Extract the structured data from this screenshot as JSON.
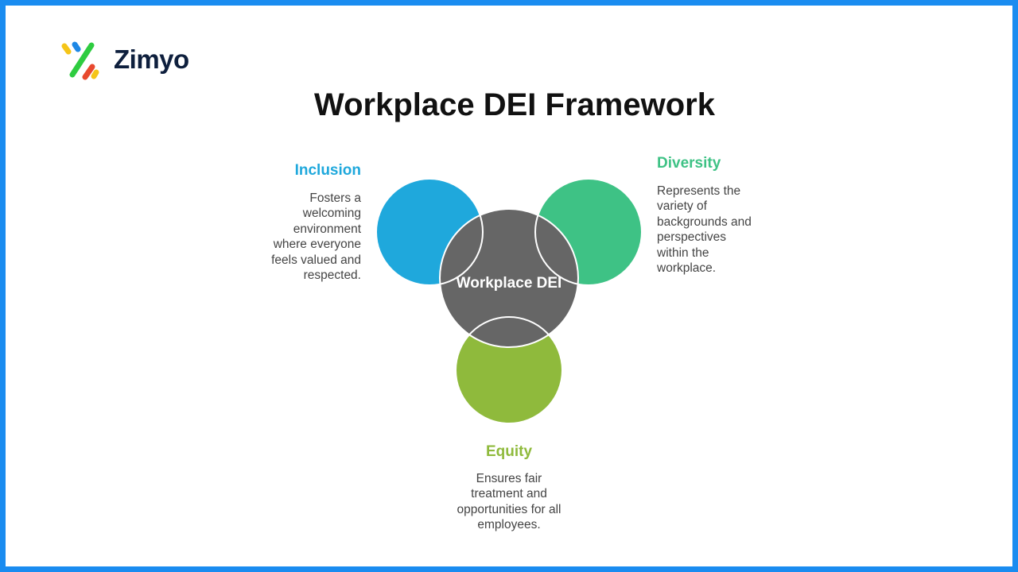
{
  "logo": {
    "text": "Zimyo"
  },
  "title": "Workplace DEI Framework",
  "center": {
    "label": "Workplace DEI"
  },
  "nodes": {
    "inclusion": {
      "title": "Inclusion",
      "description": "Fosters a welcoming environment where everyone feels valued and respected.",
      "color": "#1fa8dc"
    },
    "diversity": {
      "title": "Diversity",
      "description": "Represents the variety of backgrounds and perspectives within the workplace.",
      "color": "#3ec285"
    },
    "equity": {
      "title": "Equity",
      "description": "Ensures fair treatment and opportunities for all employees.",
      "color": "#8fba3c"
    }
  },
  "colors": {
    "frame": "#1a8cf0",
    "center": "#666666",
    "text": "#444444",
    "logo_yellow": "#f5c518",
    "logo_blue": "#1e88e5",
    "logo_green": "#2ecc40",
    "logo_red": "#e8492e"
  }
}
